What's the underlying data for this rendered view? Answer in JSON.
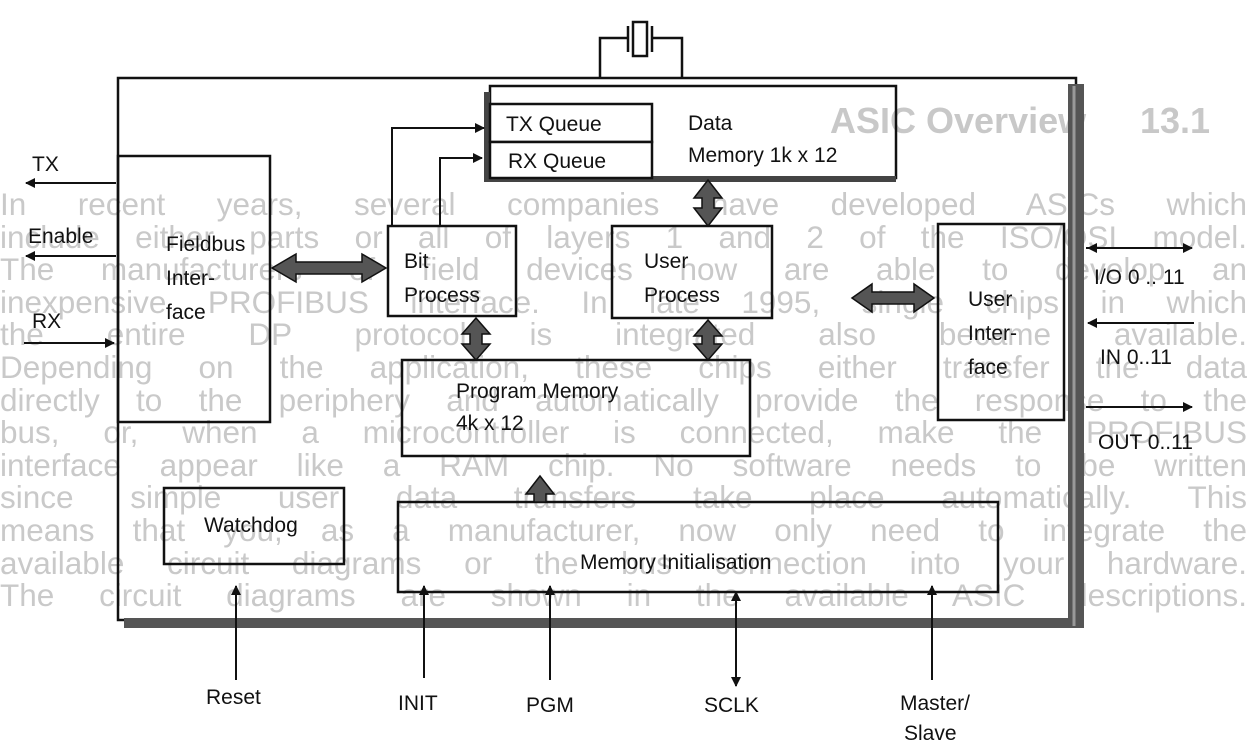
{
  "background": {
    "section_number": "13.1",
    "section_title": "ASIC Overview",
    "paragraph_lines": [
      "In recent years, several companies have developed ASICs which",
      "include either parts or all of layers 1 and 2 of the ISO/OSI model.",
      "The manufacturers of field devices now are able to develop an",
      "inexpensive PROFIBUS interface. In late 1995, single chips in which",
      "the entire DP protocol is integrated also became available.",
      "Depending on the application, these chips either transfer the data",
      "directly to the periphery and automatically provide the response to the",
      "bus, or, when a microcontroller is connected, make the PROFIBUS",
      "interface appear like a RAM chip. No software needs to be written",
      "since simple user data transfers take place automatically. This",
      "means that you, as a manufacturer, now only need to integrate the",
      "available circuit diagrams or the bus connection into your hardware.",
      "The circuit diagrams are shown in the available ASIC descriptions."
    ]
  },
  "blocks": {
    "tx_queue": "TX Queue",
    "rx_queue": "RX Queue",
    "data_memory": [
      "Data",
      "Memory 1k x 12"
    ],
    "fieldbus_interface": [
      "Fieldbus",
      "Inter-",
      "face"
    ],
    "bit_process": [
      "Bit",
      "Process"
    ],
    "user_process": [
      "User",
      "Process"
    ],
    "user_interface": [
      "User",
      "Inter-",
      "face"
    ],
    "program_memory": [
      "Program Memory",
      "4k x 12"
    ],
    "watchdog": "Watchdog",
    "memory_initialisation": "Memory Initialisation"
  },
  "left_signals": {
    "tx": "TX",
    "enable": "Enable",
    "rx": "RX"
  },
  "right_signals": {
    "io": "I/O 0 .. 11",
    "in": "IN 0..11",
    "out": "OUT 0..11"
  },
  "bottom_signals": {
    "reset": "Reset",
    "init": "INIT",
    "pgm": "PGM",
    "sclk": "SCLK",
    "master_slave": [
      "Master/",
      "Slave"
    ]
  }
}
